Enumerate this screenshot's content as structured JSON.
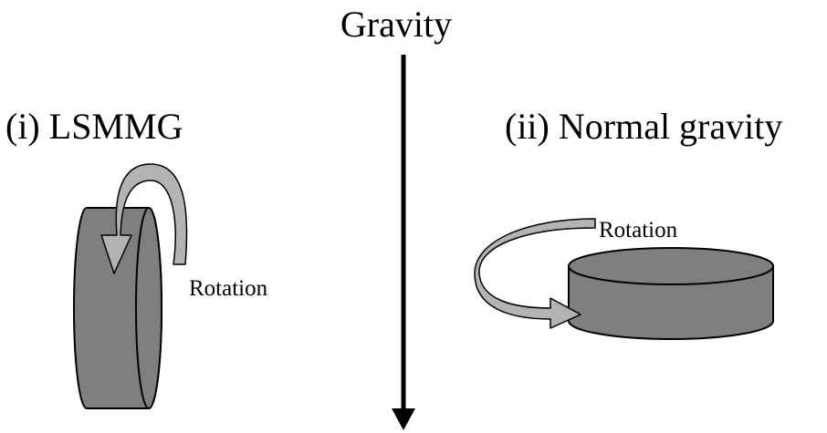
{
  "gravity": {
    "label": "Gravity"
  },
  "panels": {
    "lsmmg": {
      "title": "(i) LSMMG",
      "rotation_label": "Rotation"
    },
    "normal": {
      "title": "(ii) Normal gravity",
      "rotation_label": "Rotation"
    }
  },
  "colors": {
    "cylinder_fill": "#7f7f7f",
    "arrow_fill": "#b3b3b3",
    "stroke": "#000000",
    "background": "#ffffff"
  }
}
